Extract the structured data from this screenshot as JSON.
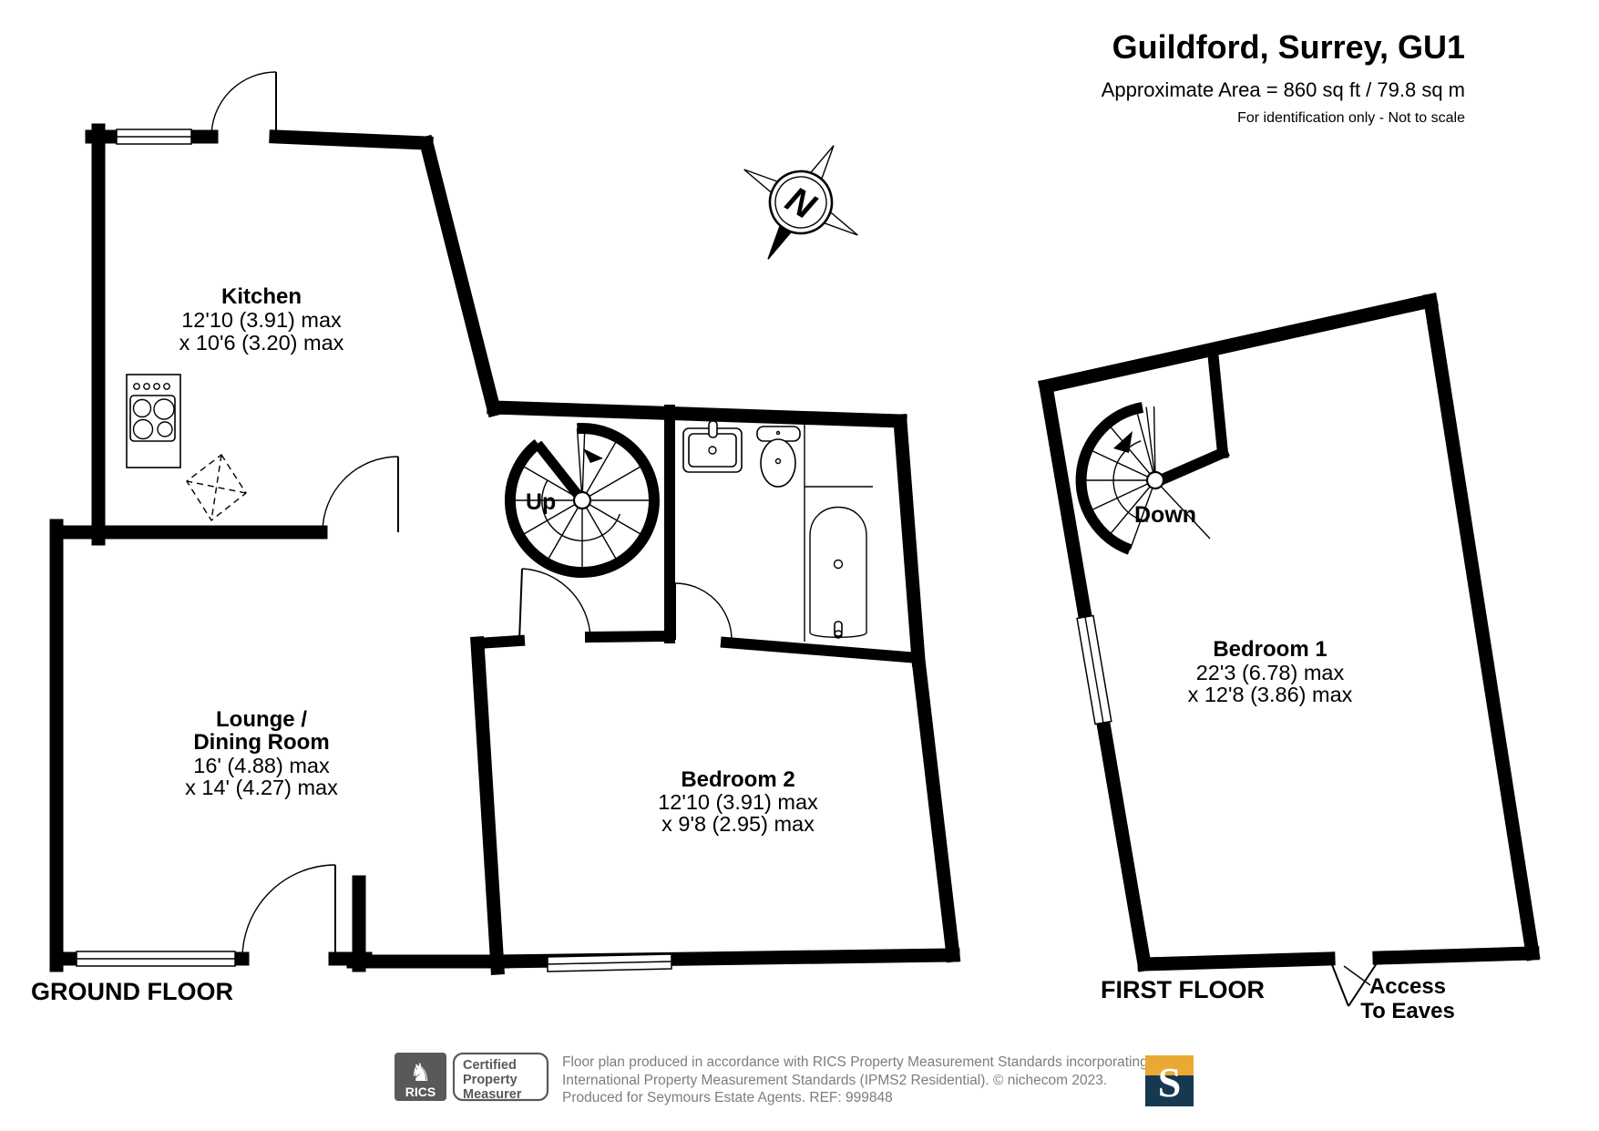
{
  "header": {
    "title": "Guildford, Surrey, GU1",
    "area": "Approximate Area = 860 sq ft / 79.8 sq m",
    "note": "For identification only - Not to scale"
  },
  "compass": {
    "north": "N"
  },
  "ground_floor": {
    "label": "GROUND FLOOR",
    "kitchen": {
      "name": "Kitchen",
      "dim1": "12'10 (3.91) max",
      "dim2": "x 10'6 (3.20) max"
    },
    "lounge": {
      "name1": "Lounge /",
      "name2": "Dining Room",
      "dim1": "16' (4.88) max",
      "dim2": "x 14' (4.27) max"
    },
    "bedroom2": {
      "name": "Bedroom 2",
      "dim1": "12'10 (3.91) max",
      "dim2": "x 9'8 (2.95) max"
    },
    "stair_label": "Up"
  },
  "first_floor": {
    "label": "FIRST FLOOR",
    "bedroom1": {
      "name": "Bedroom 1",
      "dim1": "22'3 (6.78) max",
      "dim2": "x 12'8 (3.86) max"
    },
    "stair_label": "Down",
    "access_line1": "Access",
    "access_line2": "To Eaves"
  },
  "footer": {
    "rics_brand": "RICS",
    "rics_lion_icon": "♞",
    "cert_line1": "Certified",
    "cert_line2": "Property",
    "cert_line3": "Measurer",
    "disclaimer_line1": "Floor plan produced in accordance with RICS Property Measurement Standards incorporating",
    "disclaimer_line2": "International Property Measurement Standards (IPMS2 Residential).   © nichecom 2023.",
    "disclaimer_line3": "Produced for Seymours Estate Agents.   REF: 999848",
    "s_logo_letter": "S",
    "colors": {
      "gold": "#eaa935",
      "navy": "#16394f",
      "rics_gray": "#58595b"
    }
  }
}
